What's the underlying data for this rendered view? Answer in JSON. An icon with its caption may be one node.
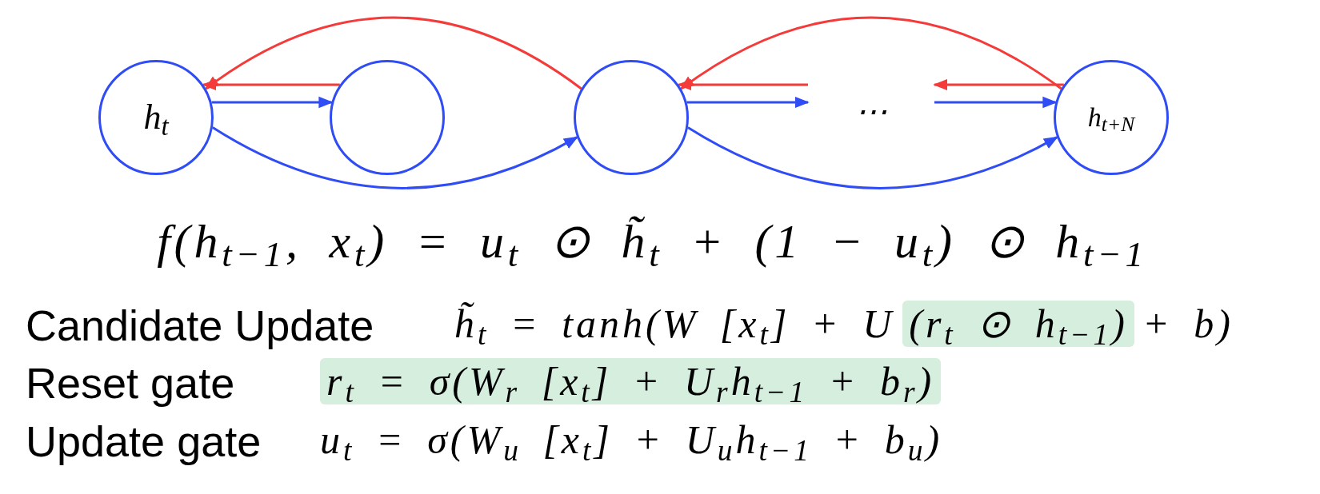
{
  "diagram": {
    "nodes": [
      {
        "text": [
          "h$_{t}$"
        ]
      },
      {
        "text": [],
        "shape": "circle"
      },
      {
        "text": [],
        "shape": "circle"
      },
      {
        "text": [
          "⋯"
        ]
      },
      {
        "text": [
          "h$_{t+N}$"
        ]
      }
    ],
    "edges": [
      {
        "from": 0,
        "to": 1,
        "arrow": "to",
        "color": "#2f4cf5"
      },
      {
        "from": 1,
        "to": 0,
        "arrow": "to",
        "color": "#f53a3a"
      },
      {
        "from": 2,
        "to": 0,
        "arrow": "to",
        "color": "#f53a3a"
      },
      {
        "from": 0,
        "to": 2,
        "arrow": "to",
        "color": "#2f4cf5"
      },
      {
        "from": 2,
        "to": 3,
        "arrow": "to",
        "color": "#2f4cf5"
      },
      {
        "from": 3,
        "to": 2,
        "arrow": "to",
        "color": "#f53a3a"
      },
      {
        "from": 3,
        "to": 4,
        "arrow": "to",
        "color": "#2f4cf5"
      },
      {
        "from": 4,
        "to": 3,
        "arrow": "to",
        "color": "#f53a3a"
      },
      {
        "from": 4,
        "to": 2,
        "arrow": "to",
        "color": "#f53a3a"
      },
      {
        "from": 2,
        "to": 4,
        "arrow": "to",
        "color": "#2f4cf5"
      }
    ],
    "labels": [
      "f(h$_{t−1}$, x$_{t}$) = u$_{t}$ ⊙ h̃$_{t}$ + (1 − u$_{t}$) ⊙ h$_{t−1}$",
      "Candidate Update",
      "h̃$_{t}$ = tanh(W [x$_{t}$] + U",
      "(r$_{t}$ ⊙ h$_{t−1}$)",
      "+ b)",
      "Reset gate",
      "r$_{t}$ = σ(W$_{r}$ [x$_{t}$] + U$_{r}$h$_{t−1}$ + b$_{r}$)",
      "Update gate",
      "u$_{t}$ = σ(W$_{u}$ [x$_{t}$] + U$_{u}$h$_{t−1}$ + b$_{u}$)"
    ]
  }
}
